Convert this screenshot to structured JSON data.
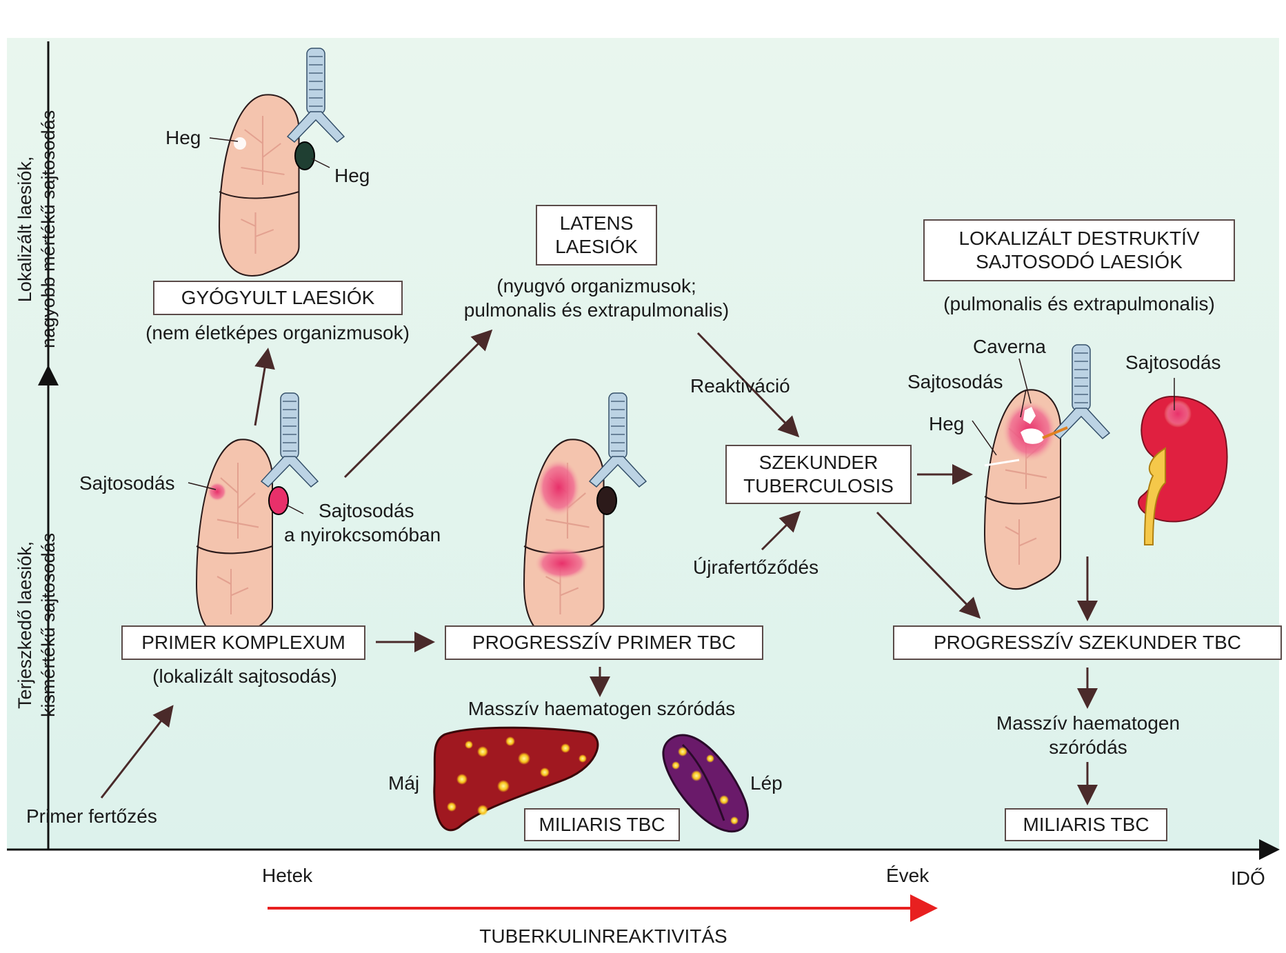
{
  "axis": {
    "y_lower_line1": "Terjeszkedő laesiók,",
    "y_lower_line2": "kismértékű sajtosodás",
    "y_upper_line1": "Lokalizált laesiók,",
    "y_upper_line2": "nagyobb mértékű sajtosodás",
    "x_weeks": "Hetek",
    "x_years": "Évek",
    "x_time": "IDŐ",
    "tuberculin": "TUBERKULINREAKTIVITÁS"
  },
  "healed": {
    "label_heg1": "Heg",
    "label_heg2": "Heg",
    "box": "GYÓGYULT LAESIÓK",
    "caption": "(nem életképes organizmusok)"
  },
  "primary": {
    "label_caseation": "Sajtosodás",
    "label_node_line1": "Sajtosodás",
    "label_node_line2": "a nyirokcsomóban",
    "box": "PRIMER KOMPLEXUM",
    "caption": "(lokalizált sajtosodás)",
    "infection": "Primer fertőzés"
  },
  "latent": {
    "box_line1": "LATENS",
    "box_line2": "LAESIÓK",
    "caption_line1": "(nyugvó organizmusok;",
    "caption_line2": "pulmonalis és extrapulmonalis)"
  },
  "progressive_primary": {
    "box": "PROGRESSZÍV PRIMER TBC",
    "dissemination": "Masszív haematogen szóródás",
    "liver": "Máj",
    "spleen": "Lép",
    "miliary": "MILIARIS TBC"
  },
  "secondary": {
    "reactivation": "Reaktiváció",
    "reinfection": "Újrafertőződés",
    "box_line1": "SZEKUNDER",
    "box_line2": "TUBERCULOSIS"
  },
  "destructive": {
    "box_line1": "LOKALIZÁLT DESTRUKTÍV",
    "box_line2": "SAJTOSODÓ LAESIÓK",
    "caption": "(pulmonalis és extrapulmonalis)",
    "label_caverna": "Caverna",
    "label_caseation": "Sajtosodás",
    "label_heg": "Heg",
    "label_kidney": "Sajtosodás"
  },
  "progressive_secondary": {
    "box": "PROGRESSZÍV SZEKUNDER TBC",
    "dissemination_line1": "Masszív haematogen",
    "dissemination_line2": "szóródás",
    "miliary": "MILIARIS TBC"
  },
  "colors": {
    "panel": "#e2f4ee",
    "arrow": "#4a2a2a",
    "lung": "#f4c4ae",
    "caseation": "#e8306a",
    "liver": "#a01820",
    "spleen": "#6a1a6a",
    "kidney": "#e02040",
    "tuberculin_arrow": "#e82020"
  },
  "icons": [
    "lung-icon",
    "trachea-icon",
    "lymph-node-icon",
    "liver-icon",
    "spleen-icon",
    "kidney-icon"
  ]
}
